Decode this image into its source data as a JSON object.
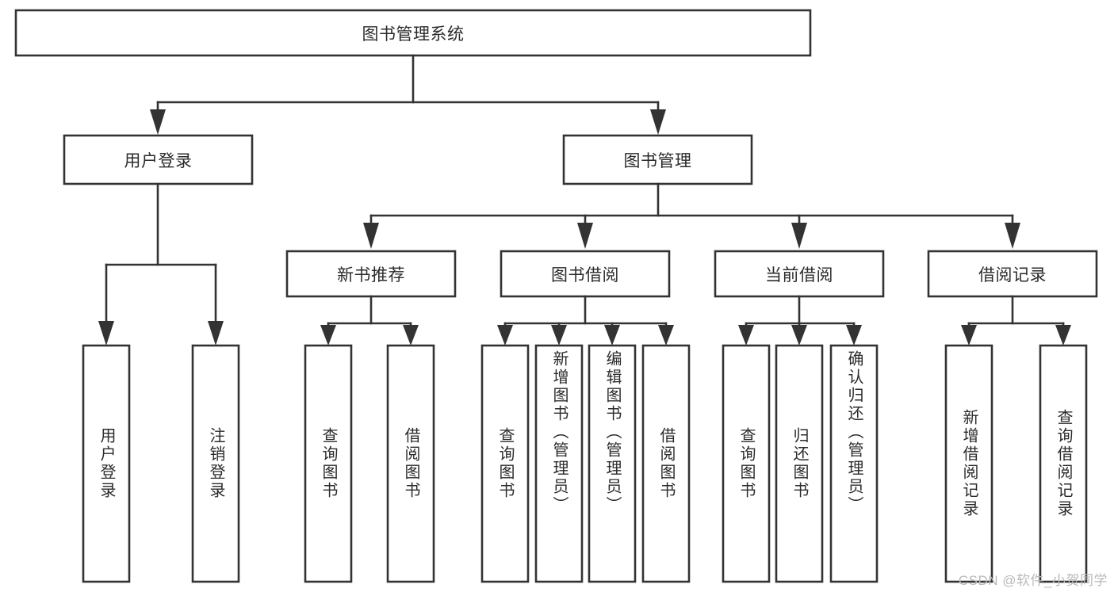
{
  "diagram": {
    "type": "tree-hierarchy-chart",
    "title": "图书管理系统",
    "watermark": "CSDN @软件_小贺同学",
    "colors": {
      "box_stroke": "#333333",
      "box_fill": "#ffffff",
      "text": "#2b2b2b",
      "background": "#ffffff",
      "watermark": "#b9b9b9"
    },
    "root": {
      "label": "图书管理系统"
    },
    "level2": [
      {
        "label": "用户登录"
      },
      {
        "label": "图书管理"
      }
    ],
    "level3": [
      {
        "label": "新书推荐"
      },
      {
        "label": "图书借阅"
      },
      {
        "label": "当前借阅"
      },
      {
        "label": "借阅记录"
      }
    ],
    "leaves": {
      "user_login": [
        {
          "label": "用户登录"
        },
        {
          "label": "注销登录"
        }
      ],
      "new_book_recommend": [
        {
          "label": "查询图书"
        },
        {
          "label": "借阅图书"
        }
      ],
      "book_borrow": [
        {
          "label": "查询图书"
        },
        {
          "label": "新增图书（管理员）"
        },
        {
          "label": "编辑图书（管理员）"
        },
        {
          "label": "借阅图书"
        }
      ],
      "current_borrow": [
        {
          "label": "查询图书"
        },
        {
          "label": "归还图书"
        },
        {
          "label": "确认归还（管理员）"
        }
      ],
      "borrow_records": [
        {
          "label": "新增借阅记录"
        },
        {
          "label": "查询借阅记录"
        }
      ]
    }
  }
}
